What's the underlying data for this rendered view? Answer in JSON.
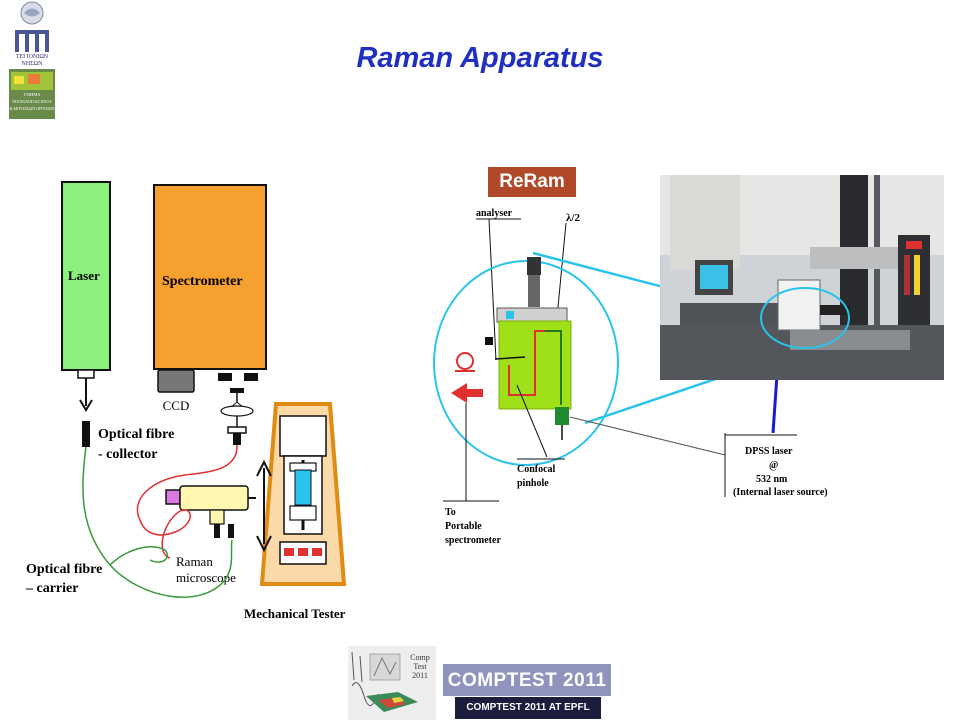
{
  "title": "Raman Apparatus",
  "logo": {
    "lines": [
      "ΤΕΙ ΙΟΝΙΩΝ",
      "ΝΗΣΩΝ"
    ],
    "dept": [
      "ΤΜΗΜΑ",
      "ΤΕΧΝΟΛΟΓΙΑΣ ΗΧΟΥ",
      "& ΜΟΥΣΙΚΩΝ ΟΡΓΑΝΩΝ"
    ]
  },
  "left_diagram": {
    "laser": "Laser",
    "spectrometer": "Spectrometer",
    "ccd": "CCD",
    "fibre_collector": [
      "Optical fibre",
      "- collector"
    ],
    "fibre_carrier": [
      "Optical fibre",
      "– carrier"
    ],
    "raman_microscope": [
      "Raman",
      "microscope"
    ],
    "mechanical_tester": "Mechanical Tester"
  },
  "right_diagram": {
    "badge": "ReRam",
    "analyser": "analyser",
    "lambda2": "λ/2",
    "confocal": [
      "Confocal",
      "pinhole"
    ],
    "portable": [
      "To",
      "Portable",
      "spectrometer"
    ],
    "dpss": [
      "DPSS laser",
      "@",
      "532 nm",
      "(Internal laser source)"
    ]
  },
  "footer": {
    "thumb_text": [
      "Comp",
      "Test",
      "2011"
    ],
    "banner": "COMPTEST 2011",
    "banner_sub": "COMPTEST 2011 AT EPFL"
  },
  "colors": {
    "title": "#1f2fc0",
    "laser": "#8cf07c",
    "spectrometer": "#f5a02f",
    "fibre_red": "#e03030",
    "fibre_green": "#3a9a3a",
    "optic_cyan": "#29c3ec",
    "dpss_line": "#1c1cc8"
  }
}
